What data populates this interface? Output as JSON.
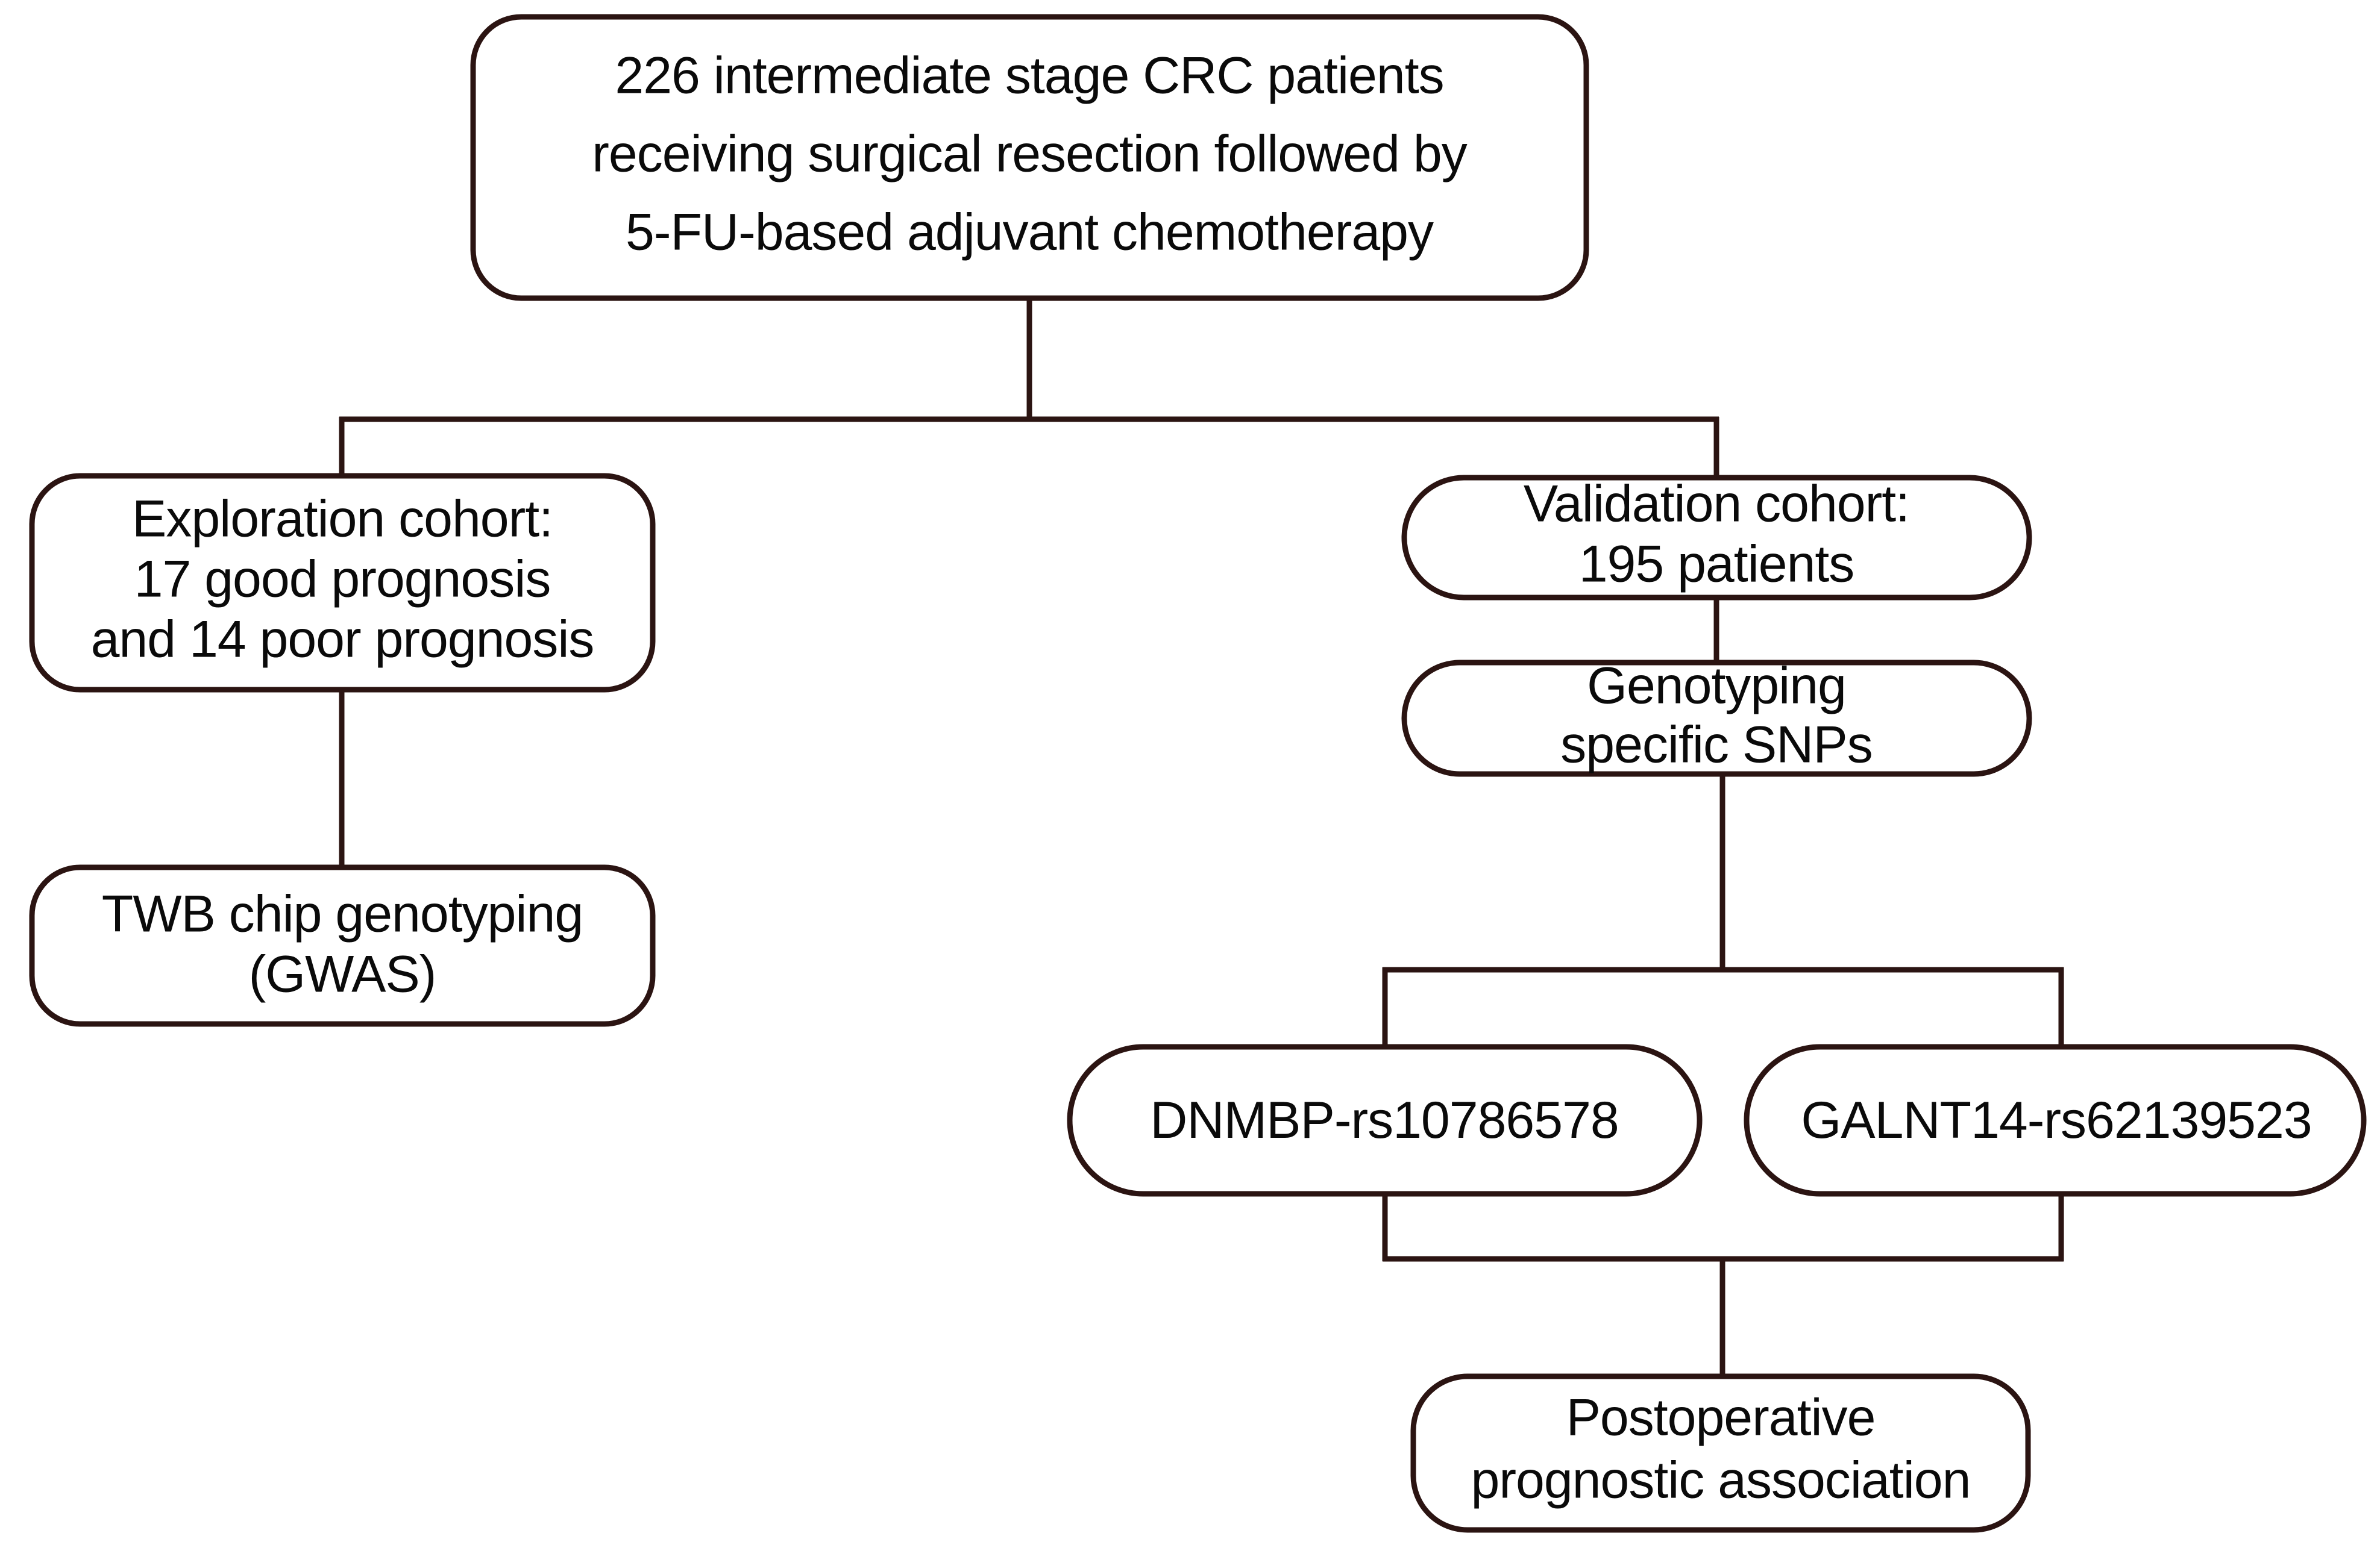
{
  "figure": {
    "type": "flowchart",
    "orientation": "top-down",
    "background_color": "#ffffff",
    "stroke_color": "#2b1412",
    "text_color": "#0a0a0a",
    "node_shape": "rounded-rectangle"
  },
  "nodes": [
    {
      "id": "cohort-total",
      "name": "total-cohort-node",
      "lines": [
        "226 intermediate stage CRC patients",
        "receiving surgical resection followed by",
        "5-FU-based adjuvant chemotherapy"
      ]
    },
    {
      "id": "exploration-cohort",
      "name": "exploration-cohort-node",
      "lines": [
        "Exploration cohort:",
        "17 good prognosis",
        "and 14 poor prognosis"
      ]
    },
    {
      "id": "twb-genotyping",
      "name": "twb-chip-genotyping-node",
      "lines": [
        "TWB chip genotyping",
        "(GWAS)"
      ]
    },
    {
      "id": "validation-cohort",
      "name": "validation-cohort-node",
      "lines": [
        "Validation cohort:",
        "195 patients"
      ]
    },
    {
      "id": "genotyping-snps",
      "name": "genotyping-specific-snps-node",
      "lines": [
        "Genotyping",
        "specific SNPs"
      ]
    },
    {
      "id": "snp-dnmbp",
      "name": "snp-dnmbp-node",
      "gene": "DNMBP",
      "variant": "-rs10786578"
    },
    {
      "id": "snp-galnt14",
      "name": "snp-galnt14-node",
      "gene": "GALNT14",
      "variant": "-rs62139523"
    },
    {
      "id": "postoperative-outcome",
      "name": "postoperative-prognostic-association-node",
      "lines": [
        "Postoperative",
        "prognostic association"
      ]
    }
  ],
  "edges": [
    {
      "from": "cohort-total",
      "to": "exploration-cohort",
      "style": "elbow-split"
    },
    {
      "from": "cohort-total",
      "to": "validation-cohort",
      "style": "elbow-split"
    },
    {
      "from": "exploration-cohort",
      "to": "twb-genotyping",
      "style": "straight"
    },
    {
      "from": "validation-cohort",
      "to": "genotyping-snps",
      "style": "straight"
    },
    {
      "from": "genotyping-snps",
      "to": "snp-dnmbp",
      "style": "elbow-split"
    },
    {
      "from": "genotyping-snps",
      "to": "snp-galnt14",
      "style": "elbow-split"
    },
    {
      "from": "snp-dnmbp",
      "to": "postoperative-outcome",
      "style": "elbow-merge"
    },
    {
      "from": "snp-galnt14",
      "to": "postoperative-outcome",
      "style": "elbow-merge"
    }
  ]
}
